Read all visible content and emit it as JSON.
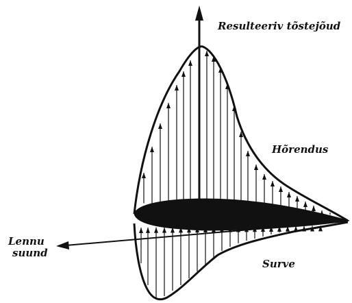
{
  "labels": {
    "resultant_lift": "Resulteeriv tõstejõud",
    "suction": "Hõrendus",
    "flight_direction_line1": "Lennu",
    "flight_direction_line2": "suund",
    "pressure": "Surve"
  },
  "colors": {
    "ink": "#111111",
    "background": "#ffffff"
  }
}
